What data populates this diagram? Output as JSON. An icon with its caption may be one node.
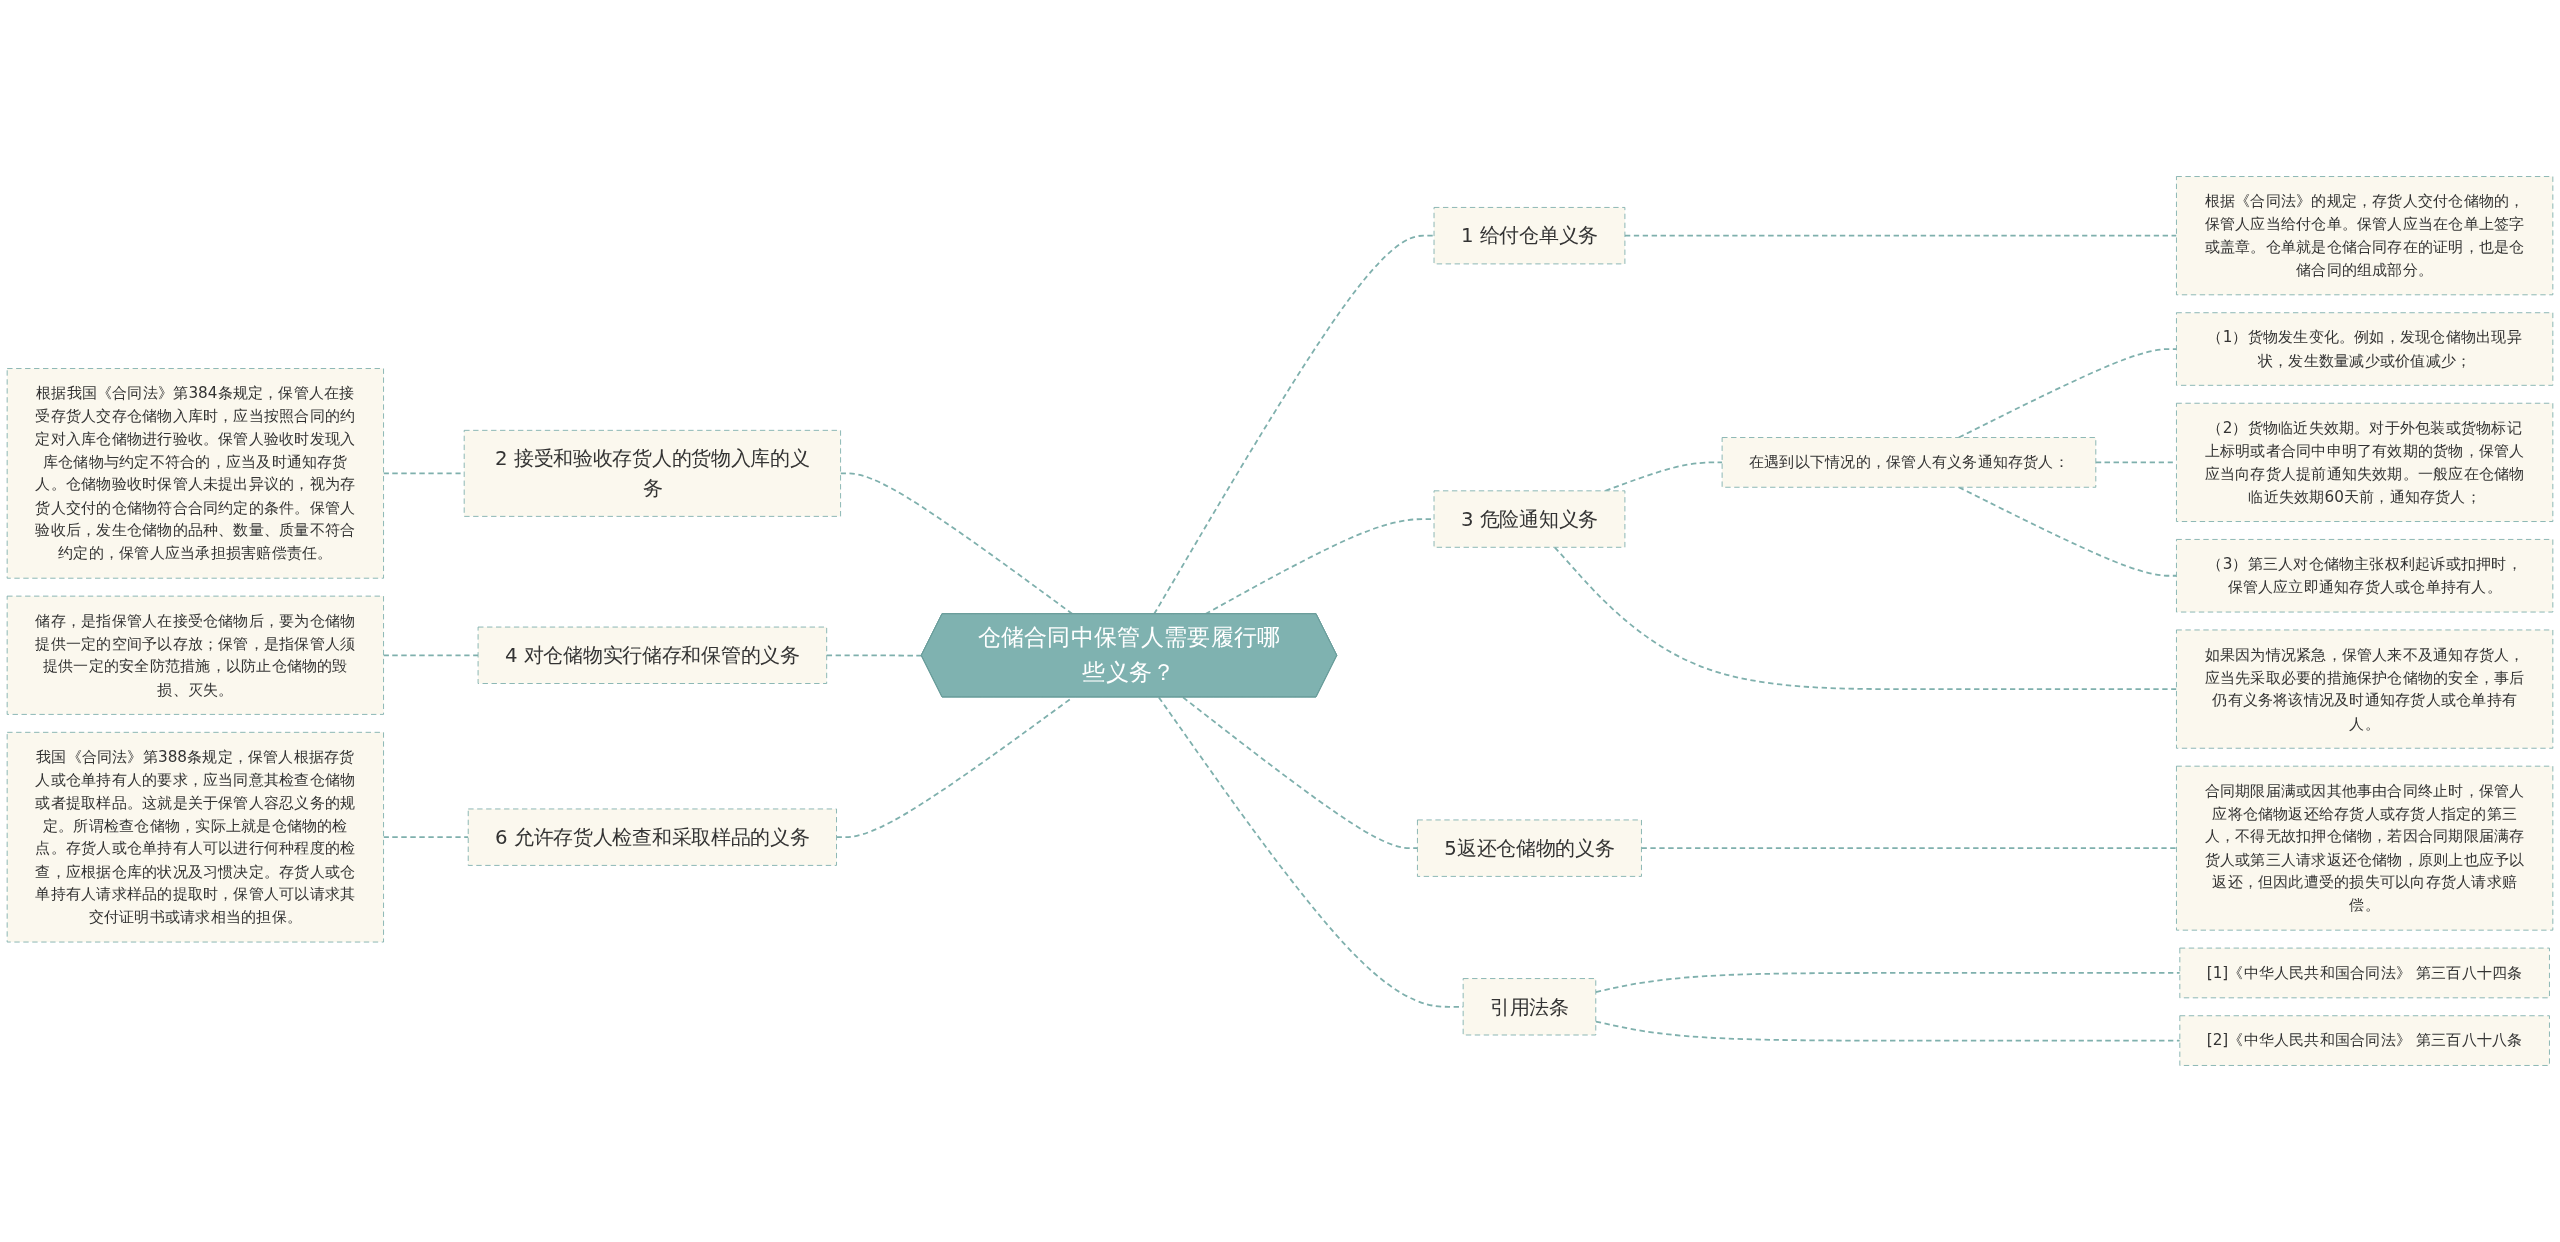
{
  "diagram": {
    "nodes": [
      {
        "text": [
          "仓储合同中保管人需要履行哪些义务？"
        ]
      },
      {
        "text": [
          "2 接受和验收存货人的货物入库的义务"
        ]
      },
      {
        "text": [
          "根据我国《合同法》第384条规定，保管人在接受存货人交存仓储物入库时，应当按照合同的约定对入库仓储物进行验收。保管人验收时发现入库仓储物与约定不符合的，应当及时通知存货人。仓储物验收时保管人未提出异议的，视为存货人交付的仓储物符合合同约定的条件。保管人验收后，发生仓储物的品种、数量、质量不符合约定的，保管人应当承担损害赔偿责任。"
        ]
      },
      {
        "text": [
          "4 对仓储物实行储存和保管的义务"
        ]
      },
      {
        "text": [
          "储存，是指保管人在接受仓储物后，要为仓储物提供一定的空间予以存放；保管，是指保管人须提供一定的安全防范措施，以防止仓储物的毁损、灭失。"
        ]
      },
      {
        "text": [
          "6 允许存货人检查和采取样品的义务"
        ]
      },
      {
        "text": [
          "我国《合同法》第388条规定，保管人根据存货人或仓单持有人的要求，应当同意其检查仓储物或者提取样品。这就是关于保管人容忍义务的规定。所谓检查仓储物，实际上就是仓储物的检点。存货人或仓单持有人可以进行何种程度的检查，应根据仓库的状况及习惯决定。存货人或仓单持有人请求样品的提取时，保管人可以请求其交付证明书或请求相当的担保。"
        ]
      },
      {
        "text": [
          "1 给付仓单义务"
        ]
      },
      {
        "text": [
          "根据《合同法》的规定，存货人交付仓储物的，保管人应当给付仓单。保管人应当在仓单上签字或盖章。仓单就是仓储合同存在的证明，也是仓储合同的组成部分。"
        ]
      },
      {
        "text": [
          "3 危险通知义务"
        ]
      },
      {
        "text": [
          "在遇到以下情况的，保管人有义务通知存货人："
        ]
      },
      {
        "text": [
          "（1）货物发生变化。例如，发现仓储物出现异状，发生数量减少或价值减少；"
        ]
      },
      {
        "text": [
          "（2）货物临近失效期。对于外包装或货物标记上标明或者合同中申明了有效期的货物，保管人应当向存货人提前通知失效期。一般应在仓储物临近失效期60天前，通知存货人；"
        ]
      },
      {
        "text": [
          "（3）第三人对仓储物主张权利起诉或扣押时，保管人应立即通知存货人或仓单持有人。"
        ]
      },
      {
        "text": [
          "如果因为情况紧急，保管人来不及通知存货人，应当先采取必要的措施保护仓储物的安全，事后仍有义务将该情况及时通知存货人或仓单持有人。"
        ]
      },
      {
        "text": [
          "5返还仓储物的义务"
        ]
      },
      {
        "text": [
          "合同期限届满或因其他事由合同终止时，保管人应将仓储物返还给存货人或存货人指定的第三人，不得无故扣押仓储物，若因合同期限届满存货人或第三人请求返还仓储物，原则上也应予以返还，但因此遭受的损失可以向存货人请求赔偿。"
        ]
      },
      {
        "text": [
          "引用法条"
        ]
      },
      {
        "text": [
          "[1]《中华人民共和国合同法》 第三百八十四条"
        ]
      },
      {
        "text": [
          "[2]《中华人民共和国合同法》 第三百八十八条"
        ]
      }
    ],
    "edges": [
      {
        "from": 2,
        "to": 1,
        "arrow": "none",
        "style": "dashed"
      },
      {
        "from": 1,
        "to": 0,
        "arrow": "none",
        "style": "dashed"
      },
      {
        "from": 4,
        "to": 3,
        "arrow": "none",
        "style": "dashed"
      },
      {
        "from": 3,
        "to": 0,
        "arrow": "none",
        "style": "dashed"
      },
      {
        "from": 6,
        "to": 5,
        "arrow": "none",
        "style": "dashed"
      },
      {
        "from": 5,
        "to": 0,
        "arrow": "none",
        "style": "dashed"
      },
      {
        "from": 0,
        "to": 7,
        "arrow": "none",
        "style": "dashed"
      },
      {
        "from": 7,
        "to": 8,
        "arrow": "none",
        "style": "dashed"
      },
      {
        "from": 0,
        "to": 9,
        "arrow": "none",
        "style": "dashed"
      },
      {
        "from": 9,
        "to": 10,
        "arrow": "none",
        "style": "dashed"
      },
      {
        "from": 10,
        "to": 11,
        "arrow": "none",
        "style": "dashed"
      },
      {
        "from": 10,
        "to": 12,
        "arrow": "none",
        "style": "dashed"
      },
      {
        "from": 10,
        "to": 13,
        "arrow": "none",
        "style": "dashed"
      },
      {
        "from": 9,
        "to": 14,
        "arrow": "none",
        "style": "dashed"
      },
      {
        "from": 0,
        "to": 15,
        "arrow": "none",
        "style": "dashed"
      },
      {
        "from": 15,
        "to": 16,
        "arrow": "none",
        "style": "dashed"
      },
      {
        "from": 0,
        "to": 17,
        "arrow": "none",
        "style": "dashed"
      },
      {
        "from": 17,
        "to": 18,
        "arrow": "none",
        "style": "dashed"
      },
      {
        "from": 17,
        "to": 19,
        "arrow": "none",
        "style": "dashed"
      }
    ]
  }
}
